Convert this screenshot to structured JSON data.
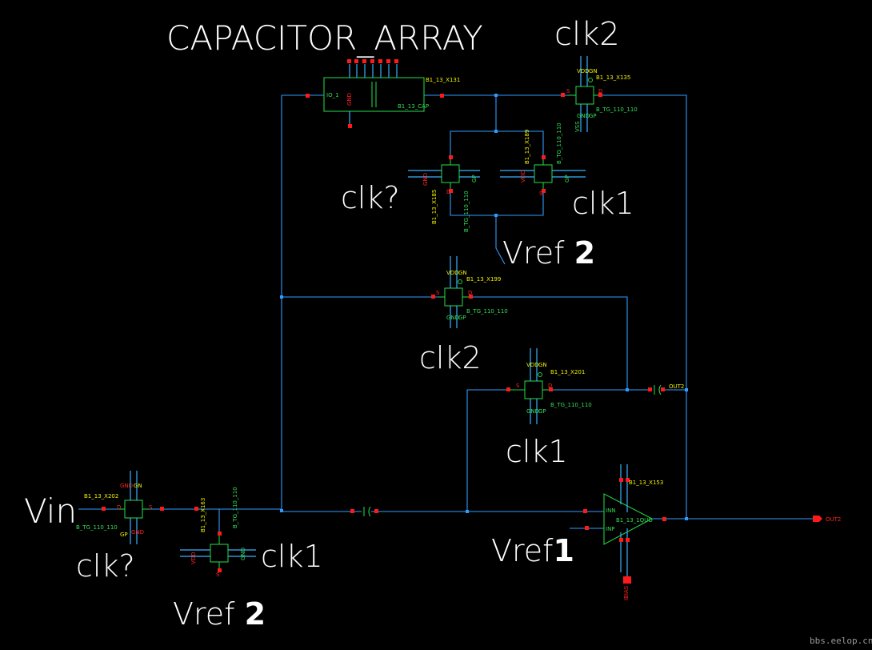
{
  "labels": {
    "capacitor_array": "CAPACITOR_ARRAY",
    "clk2_top": "clk2",
    "clk_q_upper": "clk?",
    "clk1_upper": "clk1",
    "vref2_upper_main": "Vref",
    "vref2_upper_sub": "2",
    "clk2_mid": "clk2",
    "clk1_mid": "clk1",
    "vin": "Vin",
    "clk_q_lower": "clk?",
    "clk1_lower": "clk1",
    "vref2_lower_main": "Vref",
    "vref2_lower_sub": "2",
    "vref1_main": "Vref",
    "vref1_sub": "1"
  },
  "instances": {
    "cap_array": "B1_13_X131",
    "cap_array_cell": "B1_13_CAP",
    "tg_top": "B1_13_X135",
    "tg_upper_left": "B1_13_X185",
    "tg_upper_right": "B1_13_X189",
    "tg_mid": "B1_13_X199",
    "tg_mid_lower": "B1_13_X201",
    "tg_vin": "B1_13_X202",
    "tg_vin_shunt": "B1_13_X163",
    "comparator": "B1_13_X153",
    "comparator_cell": "B1_13_1QUO"
  },
  "cells": {
    "tg_cell": "B_TG_110_110"
  },
  "pins": {
    "out2_label": "OUT2",
    "out2_port": "OUT2",
    "vdd": "VDD",
    "vss": "VSS",
    "gnd": "GND",
    "gn": "GN",
    "gp": "GP",
    "s": "S",
    "d": "D",
    "io": "IO_1",
    "inn": "INN",
    "inp": "INP",
    "bias": "IBIAS"
  },
  "watermark": "bbs.eelop.cn",
  "colors": {
    "background": "#000000",
    "wire": "#2f9bff",
    "component": "#22cc44",
    "pin": "#ff1a1a",
    "instance_label": "#f0f000",
    "cell_label": "#33dd55",
    "annotation": "#ffffff"
  }
}
